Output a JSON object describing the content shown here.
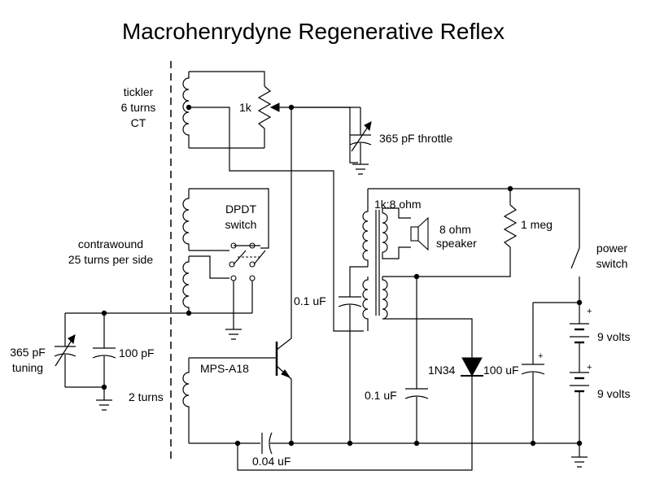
{
  "title": "Macrohenrydyne Regenerative Reflex",
  "labels": {
    "tickler_1": "tickler",
    "tickler_2": "6 turns",
    "tickler_3": "CT",
    "pot_1k": "1k",
    "throttle_cap": "365 pF throttle",
    "dpdt_1": "DPDT",
    "dpdt_2": "switch",
    "contrawound_1": "contrawound",
    "contrawound_2": "25 turns per side",
    "transformer": "1k:8 ohm",
    "speaker_1": "8 ohm",
    "speaker_2": "speaker",
    "res_1meg": "1 meg",
    "power_switch_1": "power",
    "power_switch_2": "switch",
    "cap_01_top": "0.1 uF",
    "tuning_1": "365 pF",
    "tuning_2": "tuning",
    "cap_100pf": "100 pF",
    "transistor": "MPS-A18",
    "turns_2": "2 turns",
    "diode": "1N34",
    "cap_100uf": "100 uF",
    "cap_01_bottom": "0.1 uF",
    "cap_004": "0.04 uF",
    "battery_1": "9 volts",
    "battery_2": "9 volts",
    "plus_1": "+",
    "plus_2": "+",
    "plus_cap": "+"
  }
}
